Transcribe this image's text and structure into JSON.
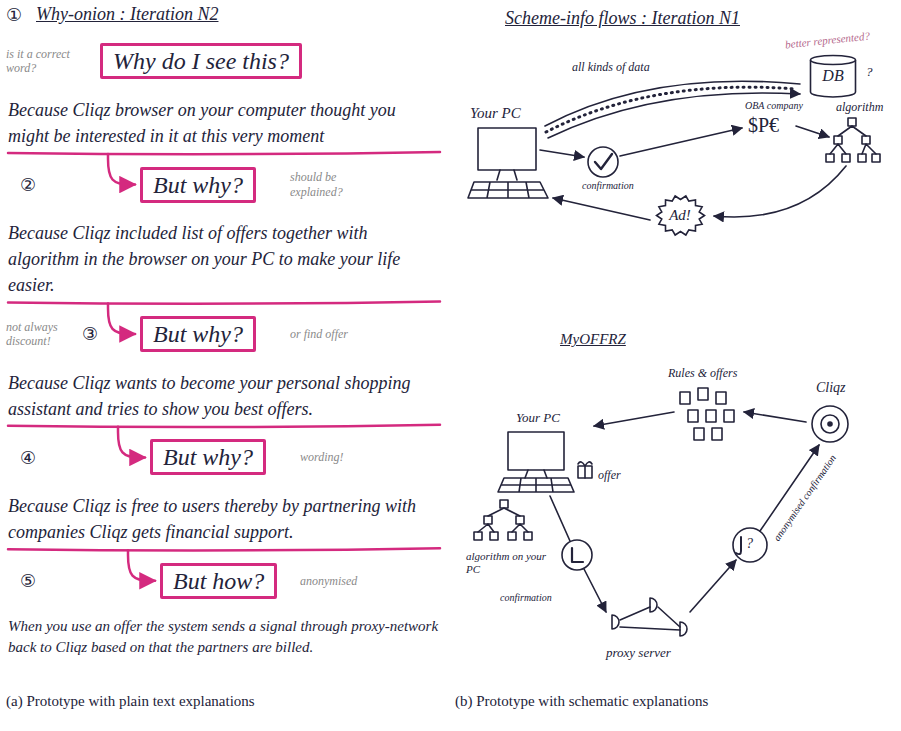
{
  "diagram": {
    "nodes": [
      {
        "text": [
          "Why do I see this?"
        ]
      },
      {
        "text": [
          "But why?"
        ]
      },
      {
        "text": [
          "But why?"
        ]
      },
      {
        "text": [
          "But why?"
        ]
      },
      {
        "text": [
          "But how?"
        ]
      },
      {
        "text": [
          "DB"
        ]
      },
      {
        "text": [
          "Ad!"
        ]
      }
    ],
    "labels": [
      "Why-onion : Iteration N2",
      "①",
      "is it a correct word?",
      "Because Cliqz browser on your computer thought you might be interested in it at this very moment",
      "②",
      "should be explained?",
      "Because Cliqz included list of offers together with algorithm in the browser on your PC to make your life easier.",
      "not always discount!",
      "③",
      "or find offer",
      "Because Cliqz wants to become your personal shopping assistant and tries to show you best offers.",
      "④",
      "wording!",
      "Because Cliqz is free to users thereby by partnering with companies Cliqz gets financial support.",
      "⑤",
      "anonymised",
      "When you use an offer the system sends a signal through proxy-network back to Cliqz based on that the partners are billed.",
      "Scheme-info flows : Iteration N1",
      "better represented?",
      "?",
      "all kinds of data",
      "Your PC",
      "confirmation",
      "OBA company",
      "$P€",
      "algorithm",
      "MyOFFRZ",
      "Rules & offers",
      "Cliqz",
      "Your PC",
      "offer",
      "algorithm on your PC",
      "confirmation",
      "?",
      "anonymised confirmation",
      "proxy server",
      "(a) Prototype with plain text explanations",
      "(b) Prototype with schematic explanations"
    ]
  }
}
